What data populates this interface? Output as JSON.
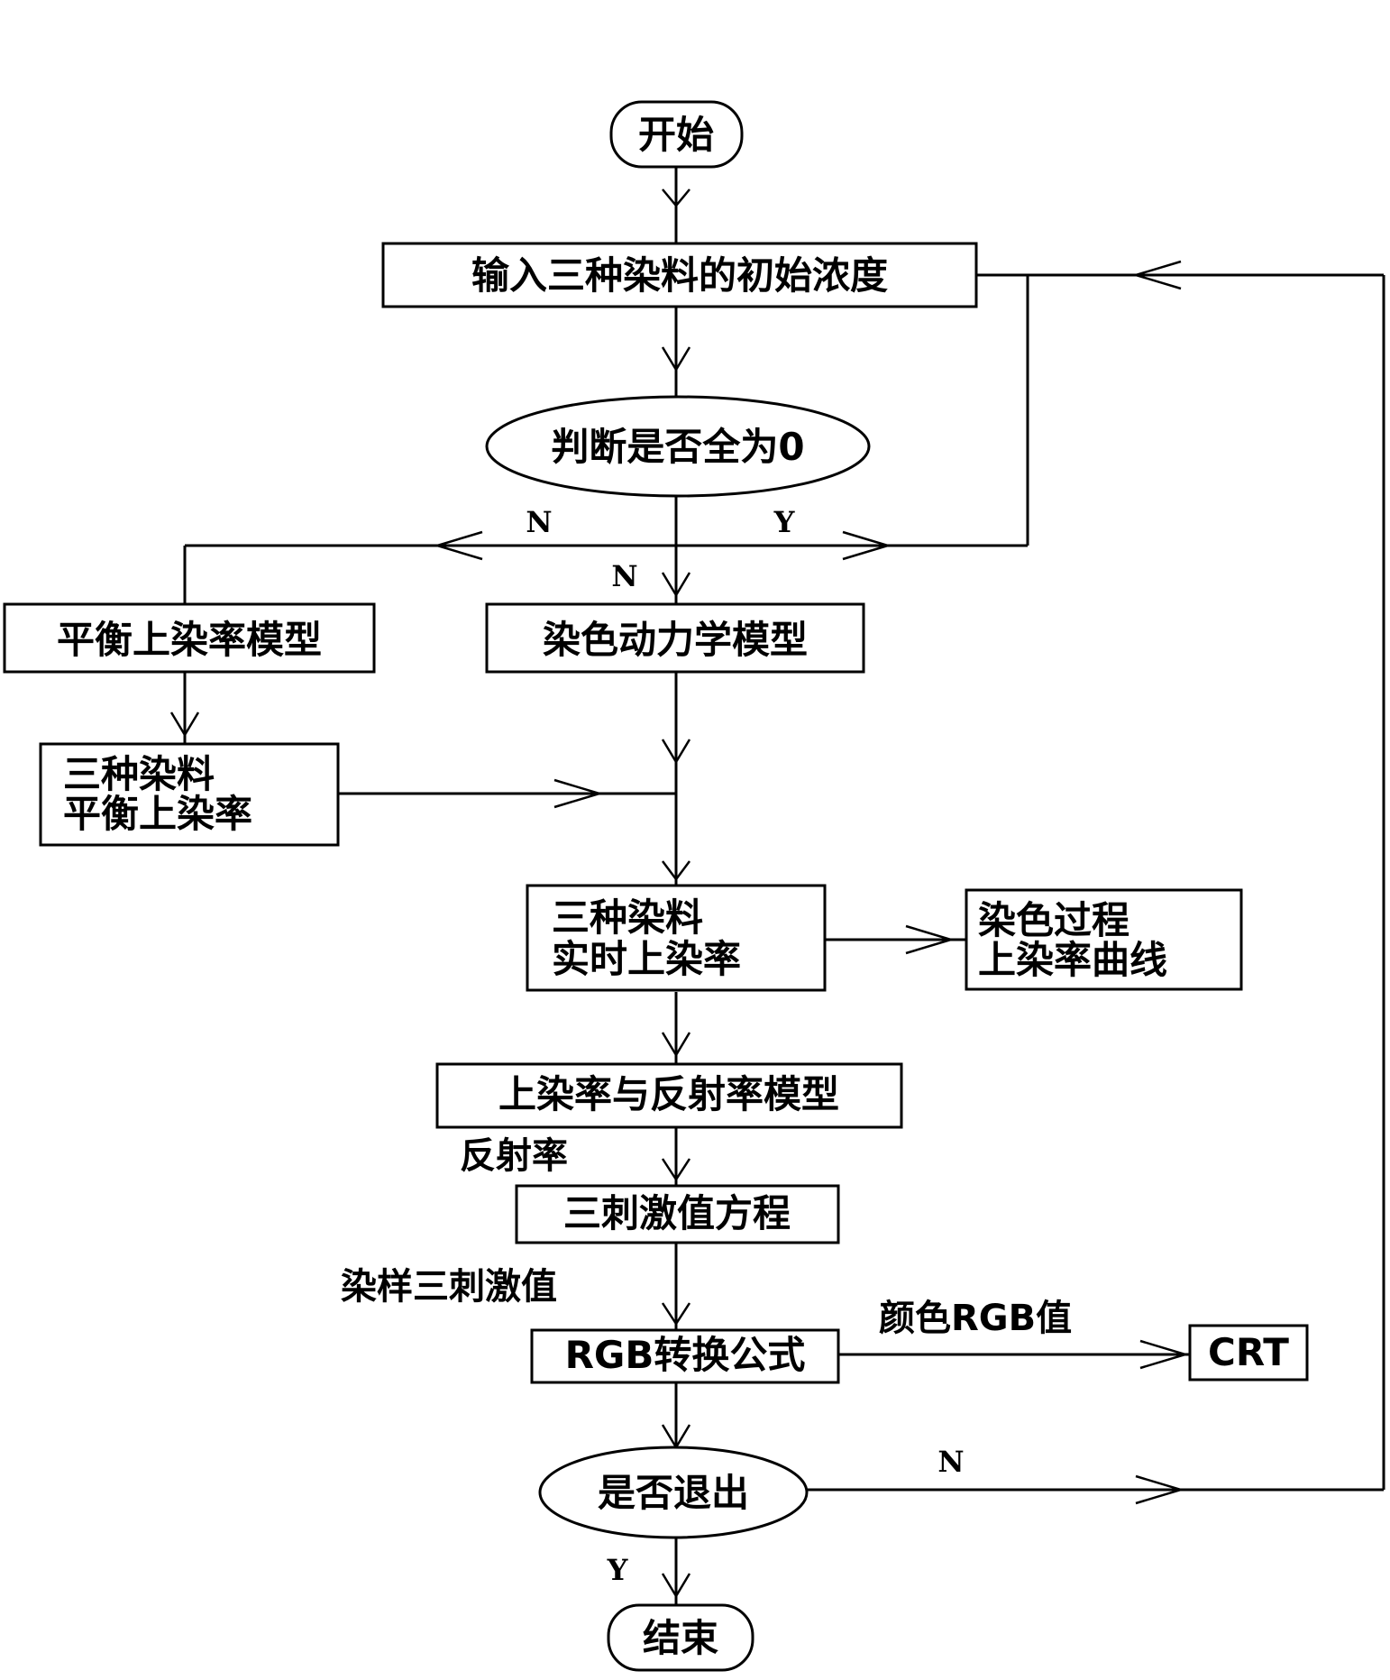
{
  "nodes": {
    "start": "开始",
    "input": "输入三种染料的初始浓度",
    "judge_zero": "判断是否全为0",
    "equilibrium_model": "平衡上染率模型",
    "kinetic_model": "染色动力学模型",
    "eq_rate_line1": "三种染料",
    "eq_rate_line2": "平衡上染率",
    "rt_rate_line1": "三种染料",
    "rt_rate_line2": "实时上染率",
    "curve_line1": "染色过程",
    "curve_line2": "上染率曲线",
    "reflect_model": "上染率与反射率模型",
    "tristimulus_eq": "三刺激值方程",
    "rgb_formula": "RGB转换公式",
    "crt": "CRT",
    "exit_q": "是否退出",
    "end": "结束"
  },
  "edge_labels": {
    "n_left": "N",
    "y_right": "Y",
    "n_down": "N",
    "reflectance": "反射率",
    "sample_tristimulus": "染样三刺激值",
    "rgb_value": "颜色RGB值",
    "n_loop": "N",
    "y_end": "Y"
  }
}
